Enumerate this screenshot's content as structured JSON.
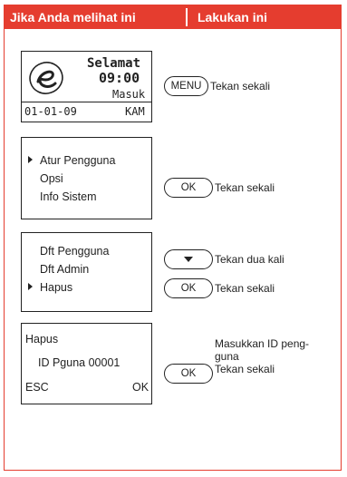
{
  "header": {
    "left_title": "Jika Anda melihat ini",
    "right_title": "Lakukan ini"
  },
  "step1": {
    "screen": {
      "greeting": "Selamat",
      "time": "09:00",
      "status": "Masuk",
      "date": "01-01-09",
      "day": "KAM"
    },
    "button_label": "MENU",
    "action": "Tekan sekali"
  },
  "step2": {
    "menu_items": [
      "Atur Pengguna",
      "Opsi",
      "Info Sistem"
    ],
    "selected_index": 0,
    "button_label": "OK",
    "action": "Tekan sekali"
  },
  "step3": {
    "menu_items": [
      "Dft Pengguna",
      "Dft  Admin",
      "Hapus"
    ],
    "selected_index": 2,
    "down_action": "Tekan dua kali",
    "ok_label": "OK",
    "ok_action": "Tekan sekali"
  },
  "step4": {
    "screen": {
      "title": "Hapus",
      "id_line": "ID Pguna 00001",
      "esc": "ESC",
      "ok": "OK"
    },
    "instruction_line1": "Masukkan ID peng-",
    "instruction_line2": "guna",
    "button_label": "OK",
    "action": "Tekan sekali"
  }
}
